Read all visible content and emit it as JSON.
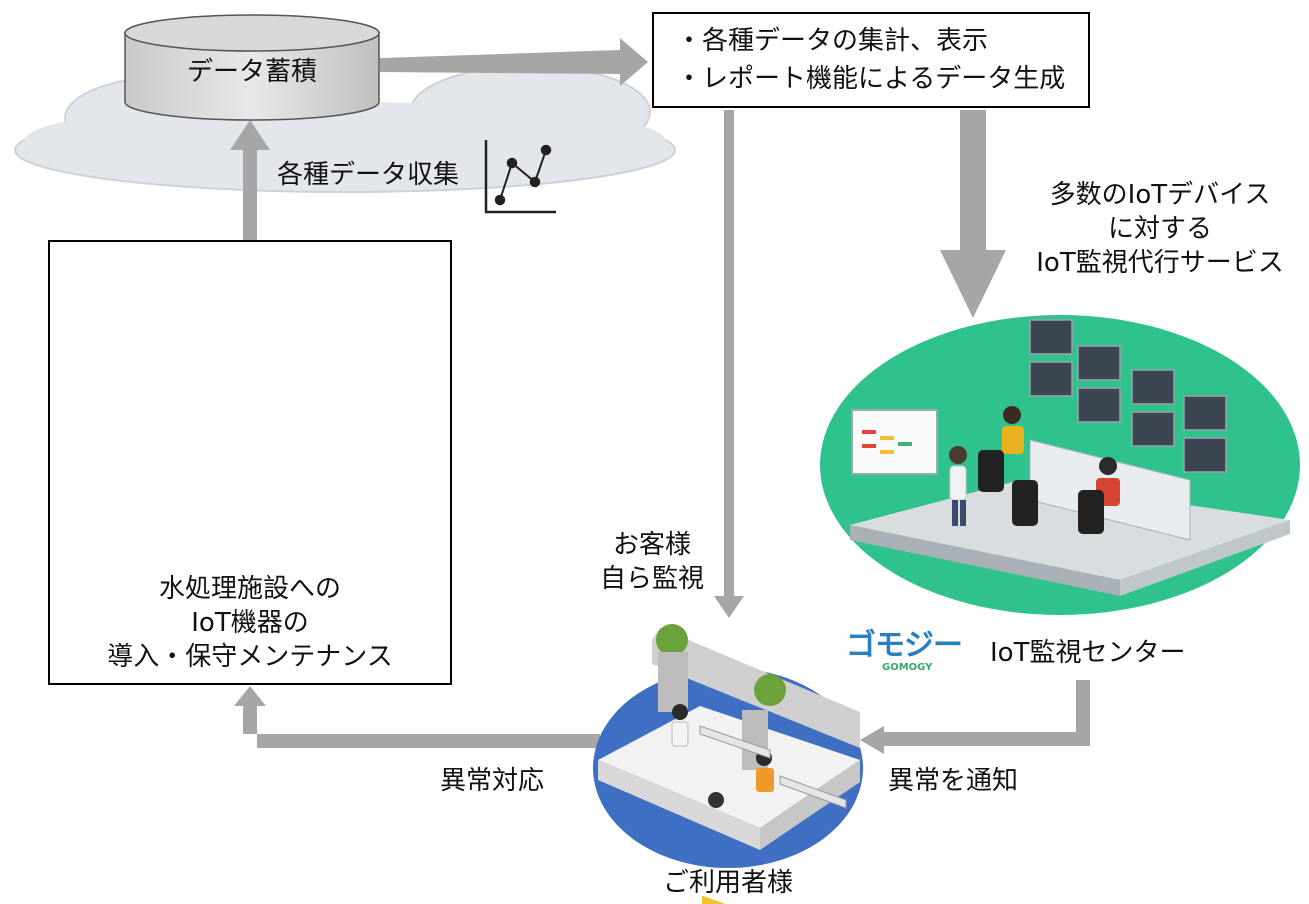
{
  "storage": {
    "label": "データ蓄積"
  },
  "analysis_box": {
    "lines": [
      "・各種データの集計、表示",
      "・レポート機能によるデータ生成"
    ]
  },
  "collect_label": "各種データ収集",
  "facility": {
    "lines": [
      "水処理施設への",
      "IoT機器の",
      "導入・保守メンテナンス"
    ]
  },
  "service_label": {
    "lines": [
      "多数のIoTデバイス",
      "に対する",
      "IoT監視代行サービス"
    ]
  },
  "self_monitor_label": {
    "lines": [
      "お客様",
      "自ら監視"
    ]
  },
  "monitor_center": {
    "label": "IoT監視センター",
    "logo_text": "ゴモジー",
    "logo_sub": "GOMOGY"
  },
  "customer_label": "ご利用者様",
  "anomaly_response_label": "異常対応",
  "notify_label": "異常を通知",
  "colors": {
    "arrow": "#a6a6a6",
    "cloud": "#e3e6ea",
    "green_floor": "#2fc28c",
    "blue_floor": "#3e6fc2",
    "logo_blue": "#2a7fc1"
  }
}
